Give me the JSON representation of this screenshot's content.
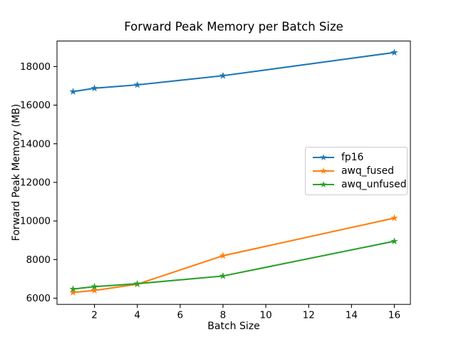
{
  "chart_data": {
    "type": "line",
    "title": "Forward Peak Memory per Batch Size",
    "xlabel": "Batch Size",
    "ylabel": "Forward Peak Memory (MB)",
    "x": [
      1,
      2,
      4,
      8,
      16
    ],
    "series": [
      {
        "name": "fp16",
        "color": "#1f77b4",
        "values": [
          16700,
          16875,
          17050,
          17525,
          18725
        ]
      },
      {
        "name": "awq_fused",
        "color": "#ff7f0e",
        "values": [
          6300,
          6400,
          6725,
          8200,
          10150
        ]
      },
      {
        "name": "awq_unfused",
        "color": "#2ca02c",
        "values": [
          6475,
          6600,
          6750,
          7150,
          8950
        ]
      }
    ],
    "marker": "star",
    "xlim": [
      0.25,
      16.75
    ],
    "ylim": [
      5680,
      19320
    ],
    "xticks": [
      2,
      4,
      6,
      8,
      10,
      12,
      14,
      16
    ],
    "yticks": [
      6000,
      8000,
      10000,
      12000,
      14000,
      16000,
      18000
    ],
    "grid": false,
    "legend_position": "center right",
    "axis_color": "#000000",
    "background_color": "#ffffff"
  }
}
